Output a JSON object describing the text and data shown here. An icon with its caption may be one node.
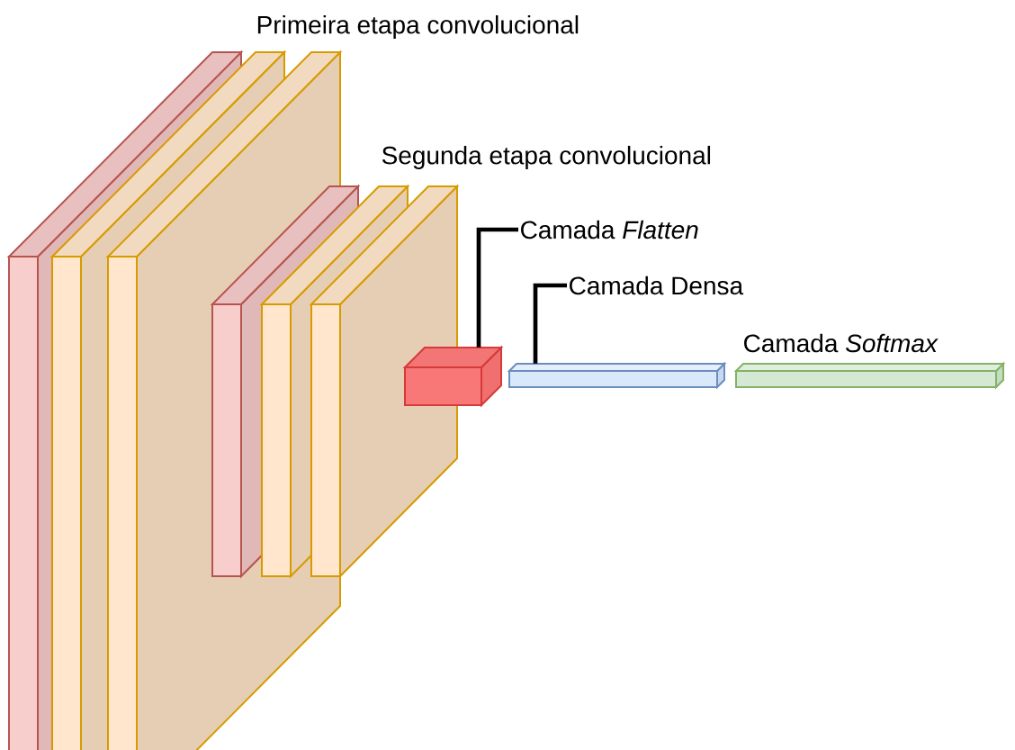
{
  "diagram": {
    "nodes": [
      {
        "text": [
          "Camada *Flatten*"
        ]
      },
      {
        "text": [],
        "shape": "box"
      },
      {
        "text": [
          "Camada Densa"
        ]
      },
      {
        "text": [],
        "shape": "bar"
      },
      {
        "text": [],
        "shape": "bar"
      }
    ],
    "edges": [
      {
        "from": 0,
        "to": 1,
        "arrow": "none"
      },
      {
        "from": 2,
        "to": 3,
        "arrow": "none"
      }
    ],
    "labels": [
      "Primeira etapa convolucional",
      "Segunda etapa convolucional",
      "Camada *Softmax*"
    ]
  }
}
